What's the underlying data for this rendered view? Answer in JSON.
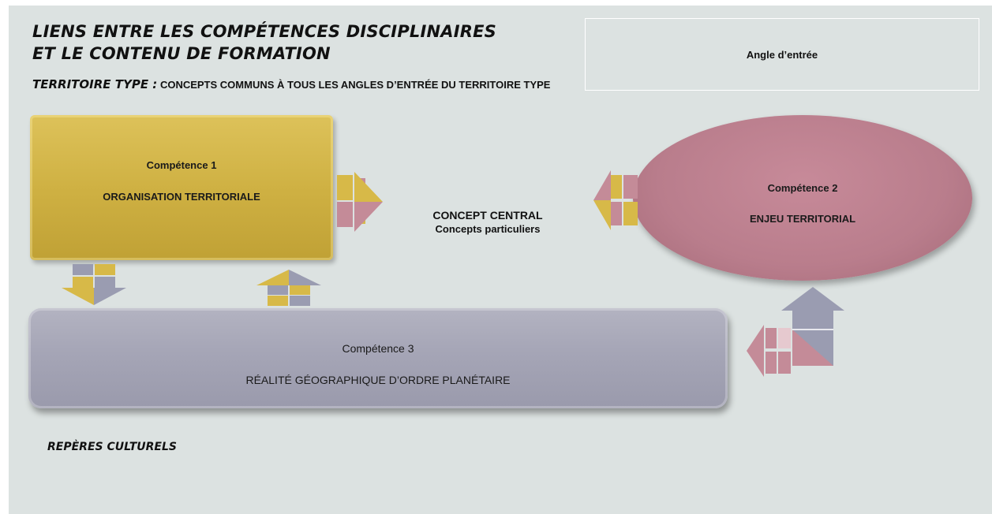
{
  "title": {
    "line1": "LIENS ENTRE LES COMPÉTENCES DISCIPLINAIRES",
    "line2": "ET LE CONTENU DE FORMATION"
  },
  "subtitle": {
    "lead": "TERRITOIRE TYPE :",
    "rest": "CONCEPTS COMMUNS À TOUS LES ANGLES D’ENTRÉE DU TERRITOIRE TYPE"
  },
  "angle_box": "Angle d’entrée",
  "competence1": {
    "title": "Compétence 1",
    "name": "ORGANISATION TERRITORIALE"
  },
  "competence2": {
    "title": "Compétence 2",
    "name": "ENJEU TERRITORIAL"
  },
  "competence3": {
    "title": "Compétence 3",
    "name": "RÉALITÉ GÉOGRAPHIQUE D’ORDRE PLANÉTAIRE"
  },
  "center": {
    "concept": "CONCEPT CENTRAL",
    "particular": "Concepts particuliers"
  },
  "footer": "REPÈRES CULTURELS",
  "colors": {
    "background": "#dce2e1",
    "competence1": "#cfb143",
    "competence2": "#b97d8c",
    "competence3": "#a5a5b6",
    "arrow_gold": "#d7b948",
    "arrow_pink": "#c48b98",
    "arrow_grey": "#9a9cb1"
  },
  "arrows": [
    "arrow-right-to-center",
    "arrow-left-to-center",
    "arrow-down-from-comp1",
    "arrow-up-to-comp1",
    "arrow-up-from-comp3",
    "arrow-left-to-comp3"
  ]
}
